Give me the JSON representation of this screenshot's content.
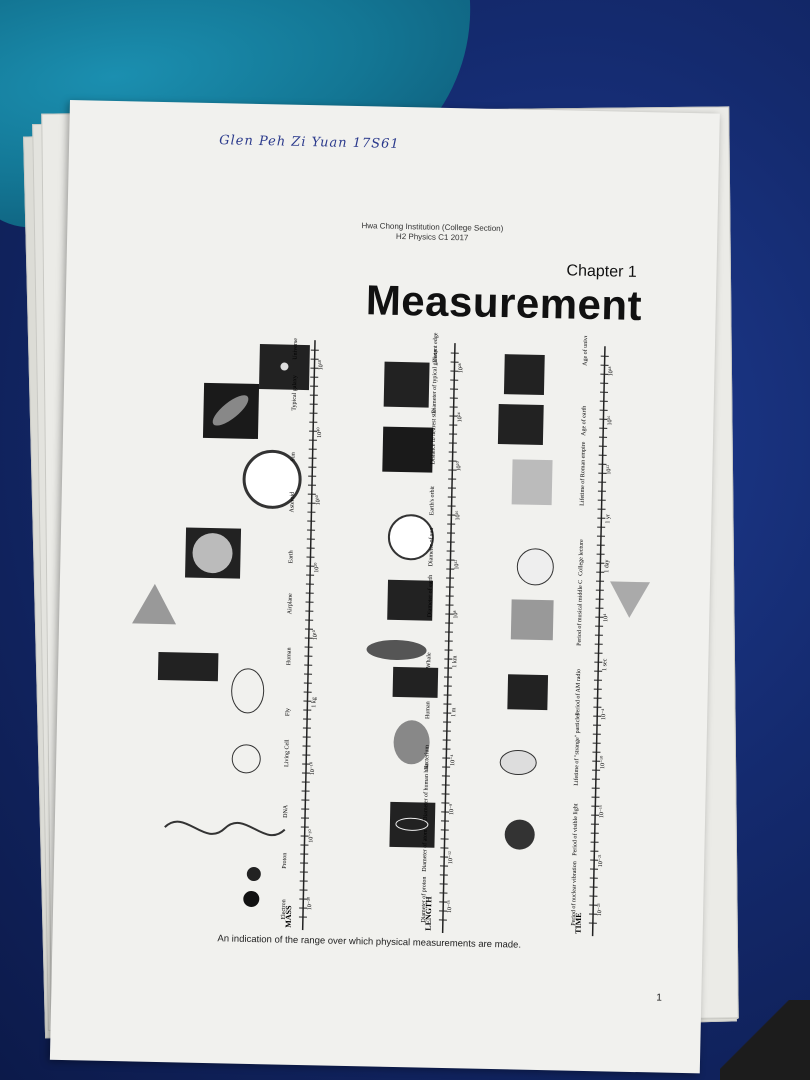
{
  "handwritten_name": "Glen Peh Zi Yuan 17S61",
  "header": {
    "institution": "Hwa Chong Institution (College Section)",
    "course": "H2 Physics C1 2017"
  },
  "chapter_label": "Chapter 1",
  "title": "Measurement",
  "diagram": {
    "axes": {
      "mass": "MASS",
      "length": "LENGTH",
      "time": "TIME"
    },
    "mass_items": [
      "Electron",
      "Proton",
      "DNA",
      "Living Cell",
      "Fly",
      "Human",
      "Airplane",
      "Earth",
      "Asteroid",
      "Sun",
      "Typical galaxy",
      "Universe"
    ],
    "mass_ticks": [
      "10⁻³⁰",
      "10⁻²⁰",
      "10⁻¹⁰",
      "1 kg",
      "10¹⁰",
      "10²⁰",
      "10³⁰",
      "10⁴⁰",
      "10⁵⁰"
    ],
    "length_items": [
      "Diameter of proton",
      "Diameter of atom",
      "Diameter of human hair",
      "Bacterium",
      "Human",
      "Whale",
      "Diameter of earth",
      "Diameter of sun",
      "Earth's orbit",
      "Distance to nearest star",
      "Diameter of typical galaxy",
      "Distant edge of visible universe"
    ],
    "length_ticks": [
      "10⁻¹⁶",
      "10⁻¹²",
      "10⁻⁸",
      "10⁻⁴",
      "1 m",
      "1 km",
      "10⁸",
      "10¹²",
      "10¹⁶",
      "10²⁰",
      "10²⁴",
      "10²⁸"
    ],
    "time_items": [
      "Period of nuclear vibration",
      "Period of visible light",
      "Lifetime of \"strange\" particles",
      "Period of AM radio",
      "Period of musical middle C",
      "College lecture",
      "Lifetime of Roman empire",
      "Age of earth",
      "Age of universe"
    ],
    "time_ticks": [
      "10⁻²³",
      "10⁻²¹",
      "10⁻¹⁶",
      "10⁻¹⁰",
      "10⁻⁴",
      "1 sec",
      "10⁴",
      "1 day",
      "1 yr",
      "10¹²",
      "10¹⁶",
      "10¹⁸"
    ]
  },
  "caption": "An indication of the range over which physical measurements are made.",
  "page_number": "1"
}
